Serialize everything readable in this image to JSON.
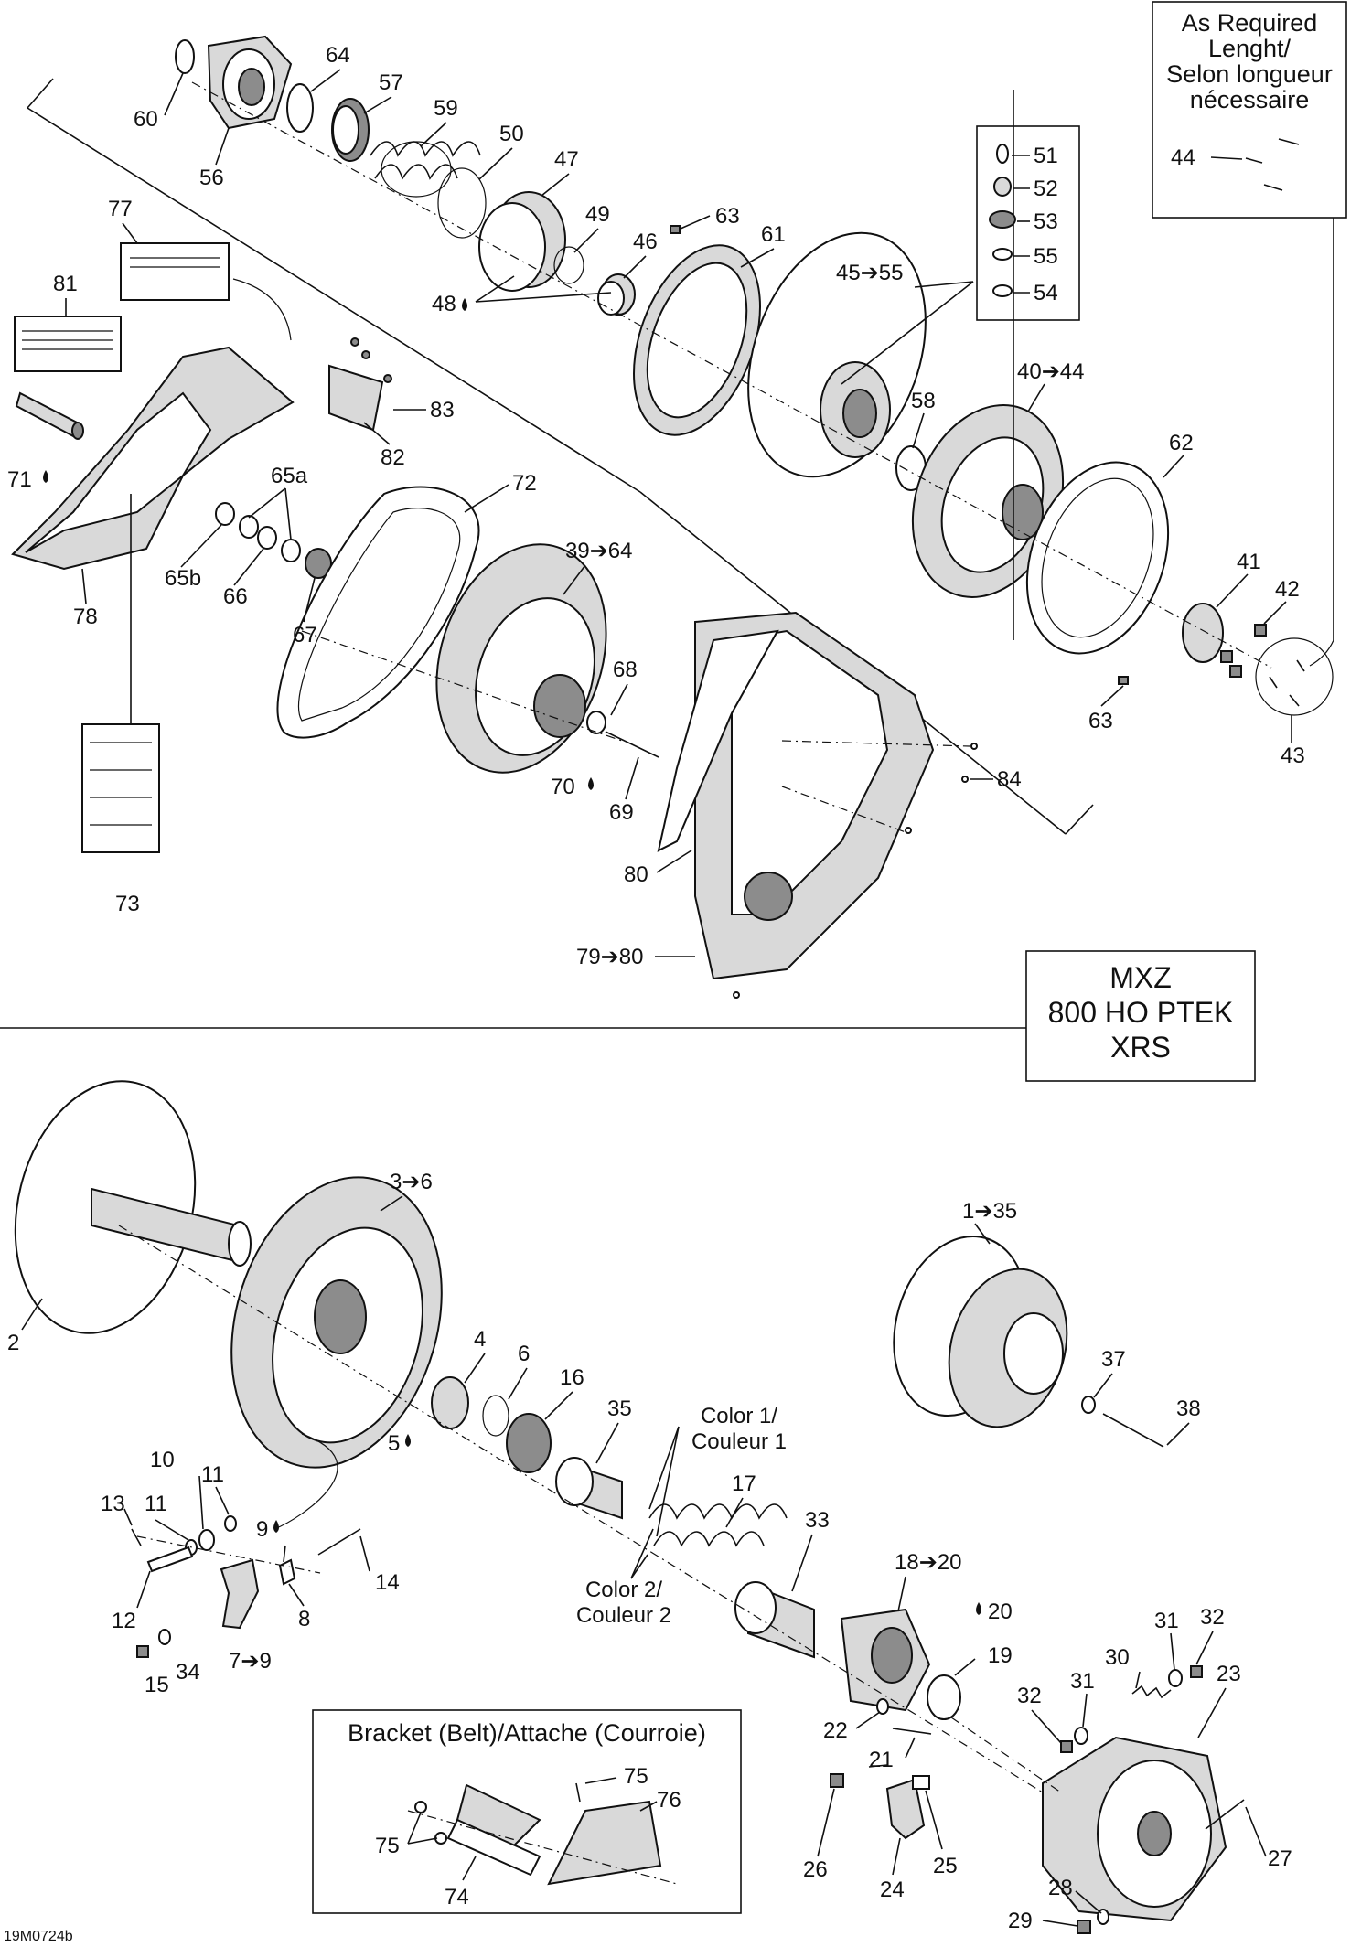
{
  "model_box": {
    "line1": "MXZ",
    "line2": "800 HO PTEK",
    "line3": "XRS"
  },
  "required_box": {
    "line1": "As Required",
    "line2": "Lenght/",
    "line3": "Selon longueur",
    "line4": "nécessaire"
  },
  "bracket_box": {
    "title": "Bracket (Belt)/Attache (Courroie)"
  },
  "callouts": {
    "c60": "60",
    "c64a": "64",
    "c57": "57",
    "c56": "56",
    "c59": "59",
    "c50": "50",
    "c47": "47",
    "c49": "49",
    "c63a": "63",
    "c46": "46",
    "c48": "48",
    "c61": "61",
    "c51": "51",
    "c52": "52",
    "c53": "53",
    "c55": "55",
    "c54": "54",
    "c44": "44",
    "c45_55": "45➔55",
    "c40_44": "40➔44",
    "c58": "58",
    "c62": "62",
    "c41": "41",
    "c42": "42",
    "c63b": "63",
    "c43": "43",
    "c77": "77",
    "c81": "81",
    "c83": "83",
    "c82": "82",
    "c71": "71",
    "c65a": "65a",
    "c65b": "65b",
    "c66": "66",
    "c67": "67",
    "c78": "78",
    "c72": "72",
    "c39_64": "39➔64",
    "c68": "68",
    "c70": "70",
    "c69": "69",
    "c84": "84",
    "c80": "80",
    "c79_80": "79➔80",
    "c73": "73",
    "c3_6": "3➔6",
    "c2": "2",
    "c1_35": "1➔35",
    "c4": "4",
    "c6": "6",
    "c16": "16",
    "c35": "35",
    "c5": "5",
    "c37": "37",
    "c38": "38",
    "c10": "10",
    "c11a": "11",
    "c11b": "11",
    "c13": "13",
    "c9": "9",
    "c12": "12",
    "c14": "14",
    "c8": "8",
    "c15": "15",
    "c34": "34",
    "c7_9": "7➔9",
    "c17": "17",
    "c33": "33",
    "c18_20": "18➔20",
    "c20": "20",
    "c19": "19",
    "c22": "22",
    "c21": "21",
    "c30": "30",
    "c31a": "31",
    "c31b": "31",
    "c32a": "32",
    "c32b": "32",
    "c23": "23",
    "c75a": "75",
    "c75b": "75",
    "c76": "76",
    "c74": "74",
    "c26": "26",
    "c24": "24",
    "c25": "25",
    "c27": "27",
    "c28": "28",
    "c29": "29"
  },
  "color_labels": {
    "color1_a": "Color 1/",
    "color1_b": "Couleur 1",
    "color2_a": "Color 2/",
    "color2_b": "Couleur 2"
  },
  "drawing_code": "19M0724b"
}
